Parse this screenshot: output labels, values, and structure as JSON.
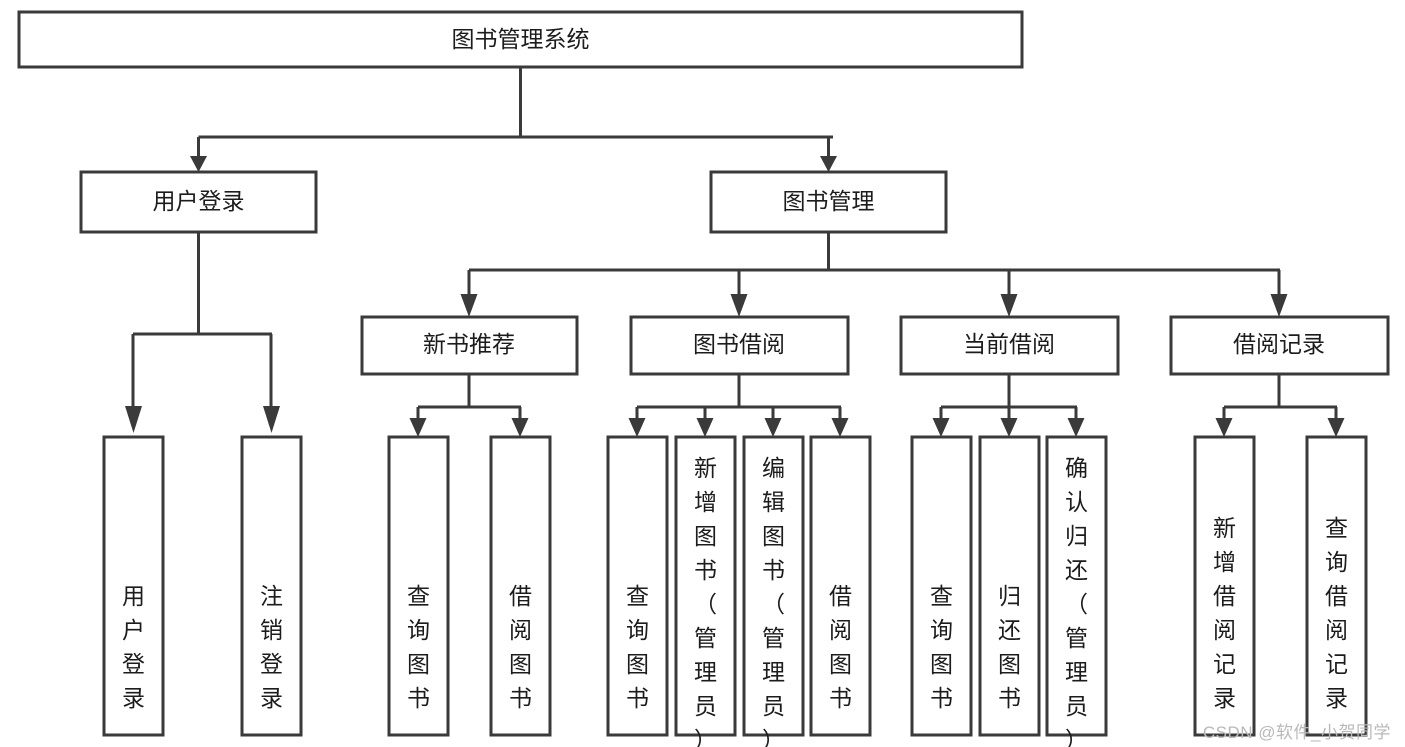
{
  "diagram": {
    "title": "图书管理系统",
    "type": "tree-hierarchy",
    "root": {
      "label": "图书管理系统"
    },
    "level2": [
      {
        "label": "用户登录"
      },
      {
        "label": "图书管理"
      }
    ],
    "level3": [
      {
        "label": "新书推荐"
      },
      {
        "label": "图书借阅"
      },
      {
        "label": "当前借阅"
      },
      {
        "label": "借阅记录"
      }
    ],
    "leaves": {
      "user_login": [
        {
          "label": "用户登录"
        },
        {
          "label": "注销登录"
        }
      ],
      "new_book_recommend": [
        {
          "label": "查询图书"
        },
        {
          "label": "借阅图书"
        }
      ],
      "book_borrow": [
        {
          "label": "查询图书"
        },
        {
          "label": "新增图书（管理员）"
        },
        {
          "label": "编辑图书（管理员）"
        },
        {
          "label": "借阅图书"
        }
      ],
      "current_borrow": [
        {
          "label": "查询图书"
        },
        {
          "label": "归还图书"
        },
        {
          "label": "确认归还（管理员）"
        }
      ],
      "borrow_record": [
        {
          "label": "新增借阅记录"
        },
        {
          "label": "查询借阅记录"
        }
      ]
    }
  },
  "watermark": {
    "text": "CSDN @软件_小贺同学"
  },
  "colors": {
    "stroke": "#3a3a3a",
    "box_fill": "#ffffff",
    "text": "#1c1c1c",
    "background": "#ffffff",
    "watermark_text": "#b9b9b9"
  }
}
